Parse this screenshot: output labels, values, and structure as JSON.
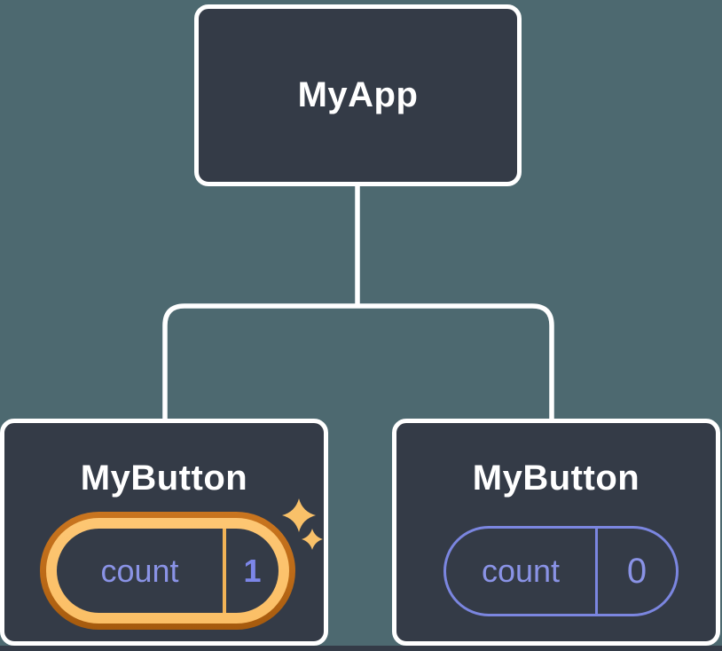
{
  "tree": {
    "root": {
      "label": "MyApp"
    },
    "children": [
      {
        "label": "MyButton",
        "state": {
          "key": "count",
          "value": "1"
        },
        "highlighted": true
      },
      {
        "label": "MyButton",
        "state": {
          "key": "count",
          "value": "0"
        },
        "highlighted": false
      }
    ]
  },
  "icons": {
    "sparkles": "sparkles-icon"
  },
  "colors": {
    "background": "#4d6970",
    "node_fill": "#343b47",
    "node_border": "#ffffff",
    "connector": "#ffffff",
    "state_text_purple": "#8a93e6",
    "state_value_purple": "#7c86e8",
    "state_outline_purple": "#7b86e0",
    "highlight_outer_orange": "#bc6a17",
    "highlight_band_orange": "#fcc36f",
    "highlight_divider_orange": "#f2b356",
    "sparkle_orange": "#f9c169"
  }
}
